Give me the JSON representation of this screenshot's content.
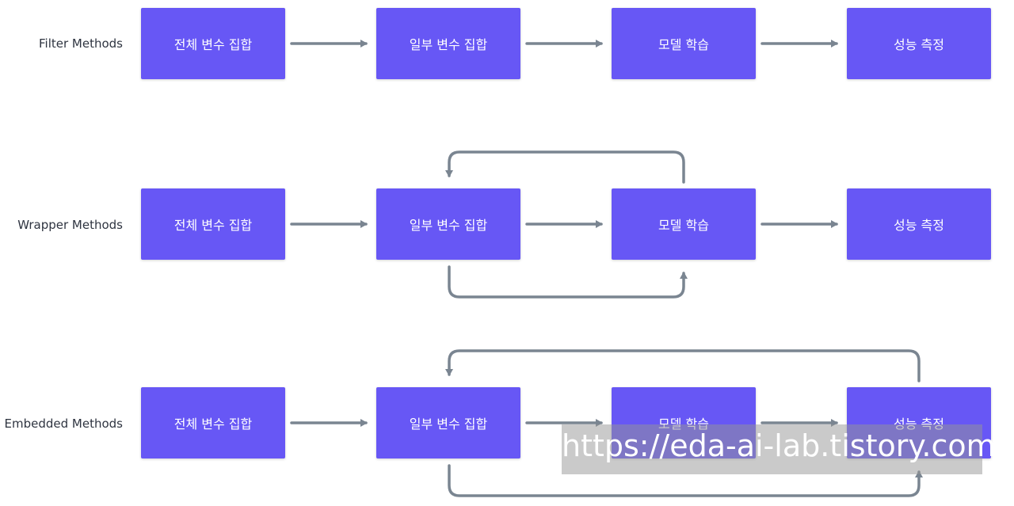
{
  "colors": {
    "box": "#6757f5",
    "arrow": "#7a8591",
    "label": "#2e3440"
  },
  "rows": [
    {
      "label": "Filter Methods",
      "boxes": [
        "전체 변수 집합",
        "일부 변수 집합",
        "모델 학습",
        "성능 측정"
      ]
    },
    {
      "label": "Wrapper Methods",
      "boxes": [
        "전체 변수 집합",
        "일부 변수 집합",
        "모델 학습",
        "성능 측정"
      ]
    },
    {
      "label": "Embedded Methods",
      "boxes": [
        "전체 변수 집합",
        "일부 변수 집합",
        "모델 학습",
        "성능 측정"
      ]
    }
  ],
  "watermark": "https://eda-ai-lab.tistory.com"
}
